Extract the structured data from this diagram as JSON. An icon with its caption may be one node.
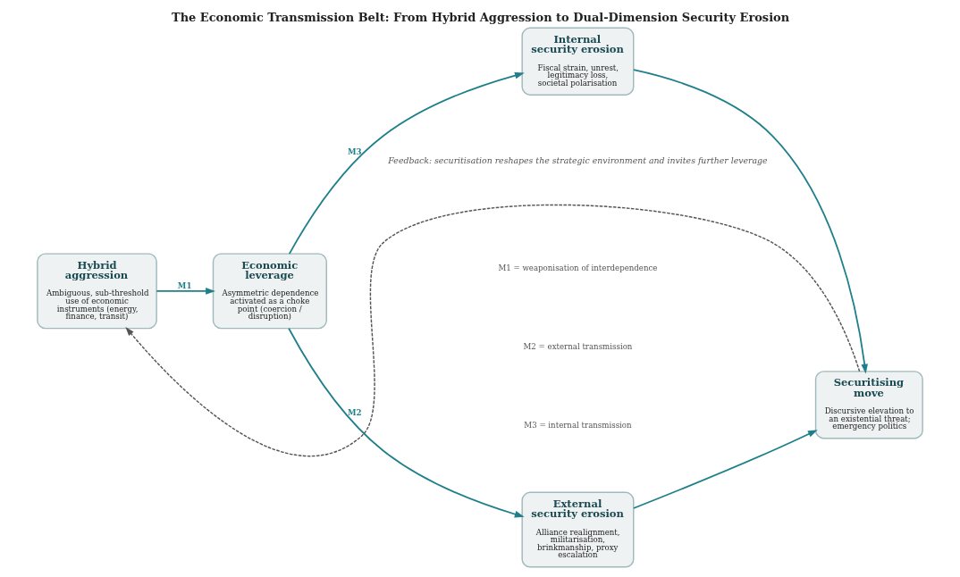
{
  "diagram": {
    "title": "The Economic Transmission Belt: From Hybrid Aggression to Dual-Dimension Security Erosion",
    "caption": "Feedback: securitisation reshapes the strategic environment and invites further leverage",
    "nodes": [
      {
        "text": [
          "Hybrid aggression",
          "Ambiguous, sub-threshold use of economic instruments (energy, finance, transit)"
        ]
      },
      {
        "text": [
          "Economic leverage",
          "Asymmetric dependence activated as a choke point (coercion / disruption)"
        ]
      },
      {
        "text": [
          "External security erosion",
          "Alliance realignment, militarisation, brinkmanship, proxy escalation"
        ]
      },
      {
        "text": [
          "Internal security erosion",
          "Fiscal strain, unrest, legitimacy loss, societal polarisation"
        ]
      },
      {
        "text": [
          "Securitising move",
          "Discursive elevation to an existential threat; emergency politics"
        ]
      }
    ],
    "edges": [
      {
        "from": 0,
        "to": 1,
        "arrow": "to",
        "label": "M1"
      },
      {
        "from": 1,
        "to": 2,
        "arrow": "to",
        "label": "M2"
      },
      {
        "from": 1,
        "to": 3,
        "arrow": "to",
        "label": "M3"
      },
      {
        "from": 2,
        "to": 4,
        "arrow": "to"
      },
      {
        "from": 3,
        "to": 4,
        "arrow": "to"
      },
      {
        "from": 4,
        "to": 0,
        "arrow": "to",
        "style": "dashed",
        "color": "#555555"
      }
    ],
    "labels": [
      "M1 = weaponisation of interdependence",
      "M2 = external transmission",
      "M3 = internal transmission"
    ]
  }
}
